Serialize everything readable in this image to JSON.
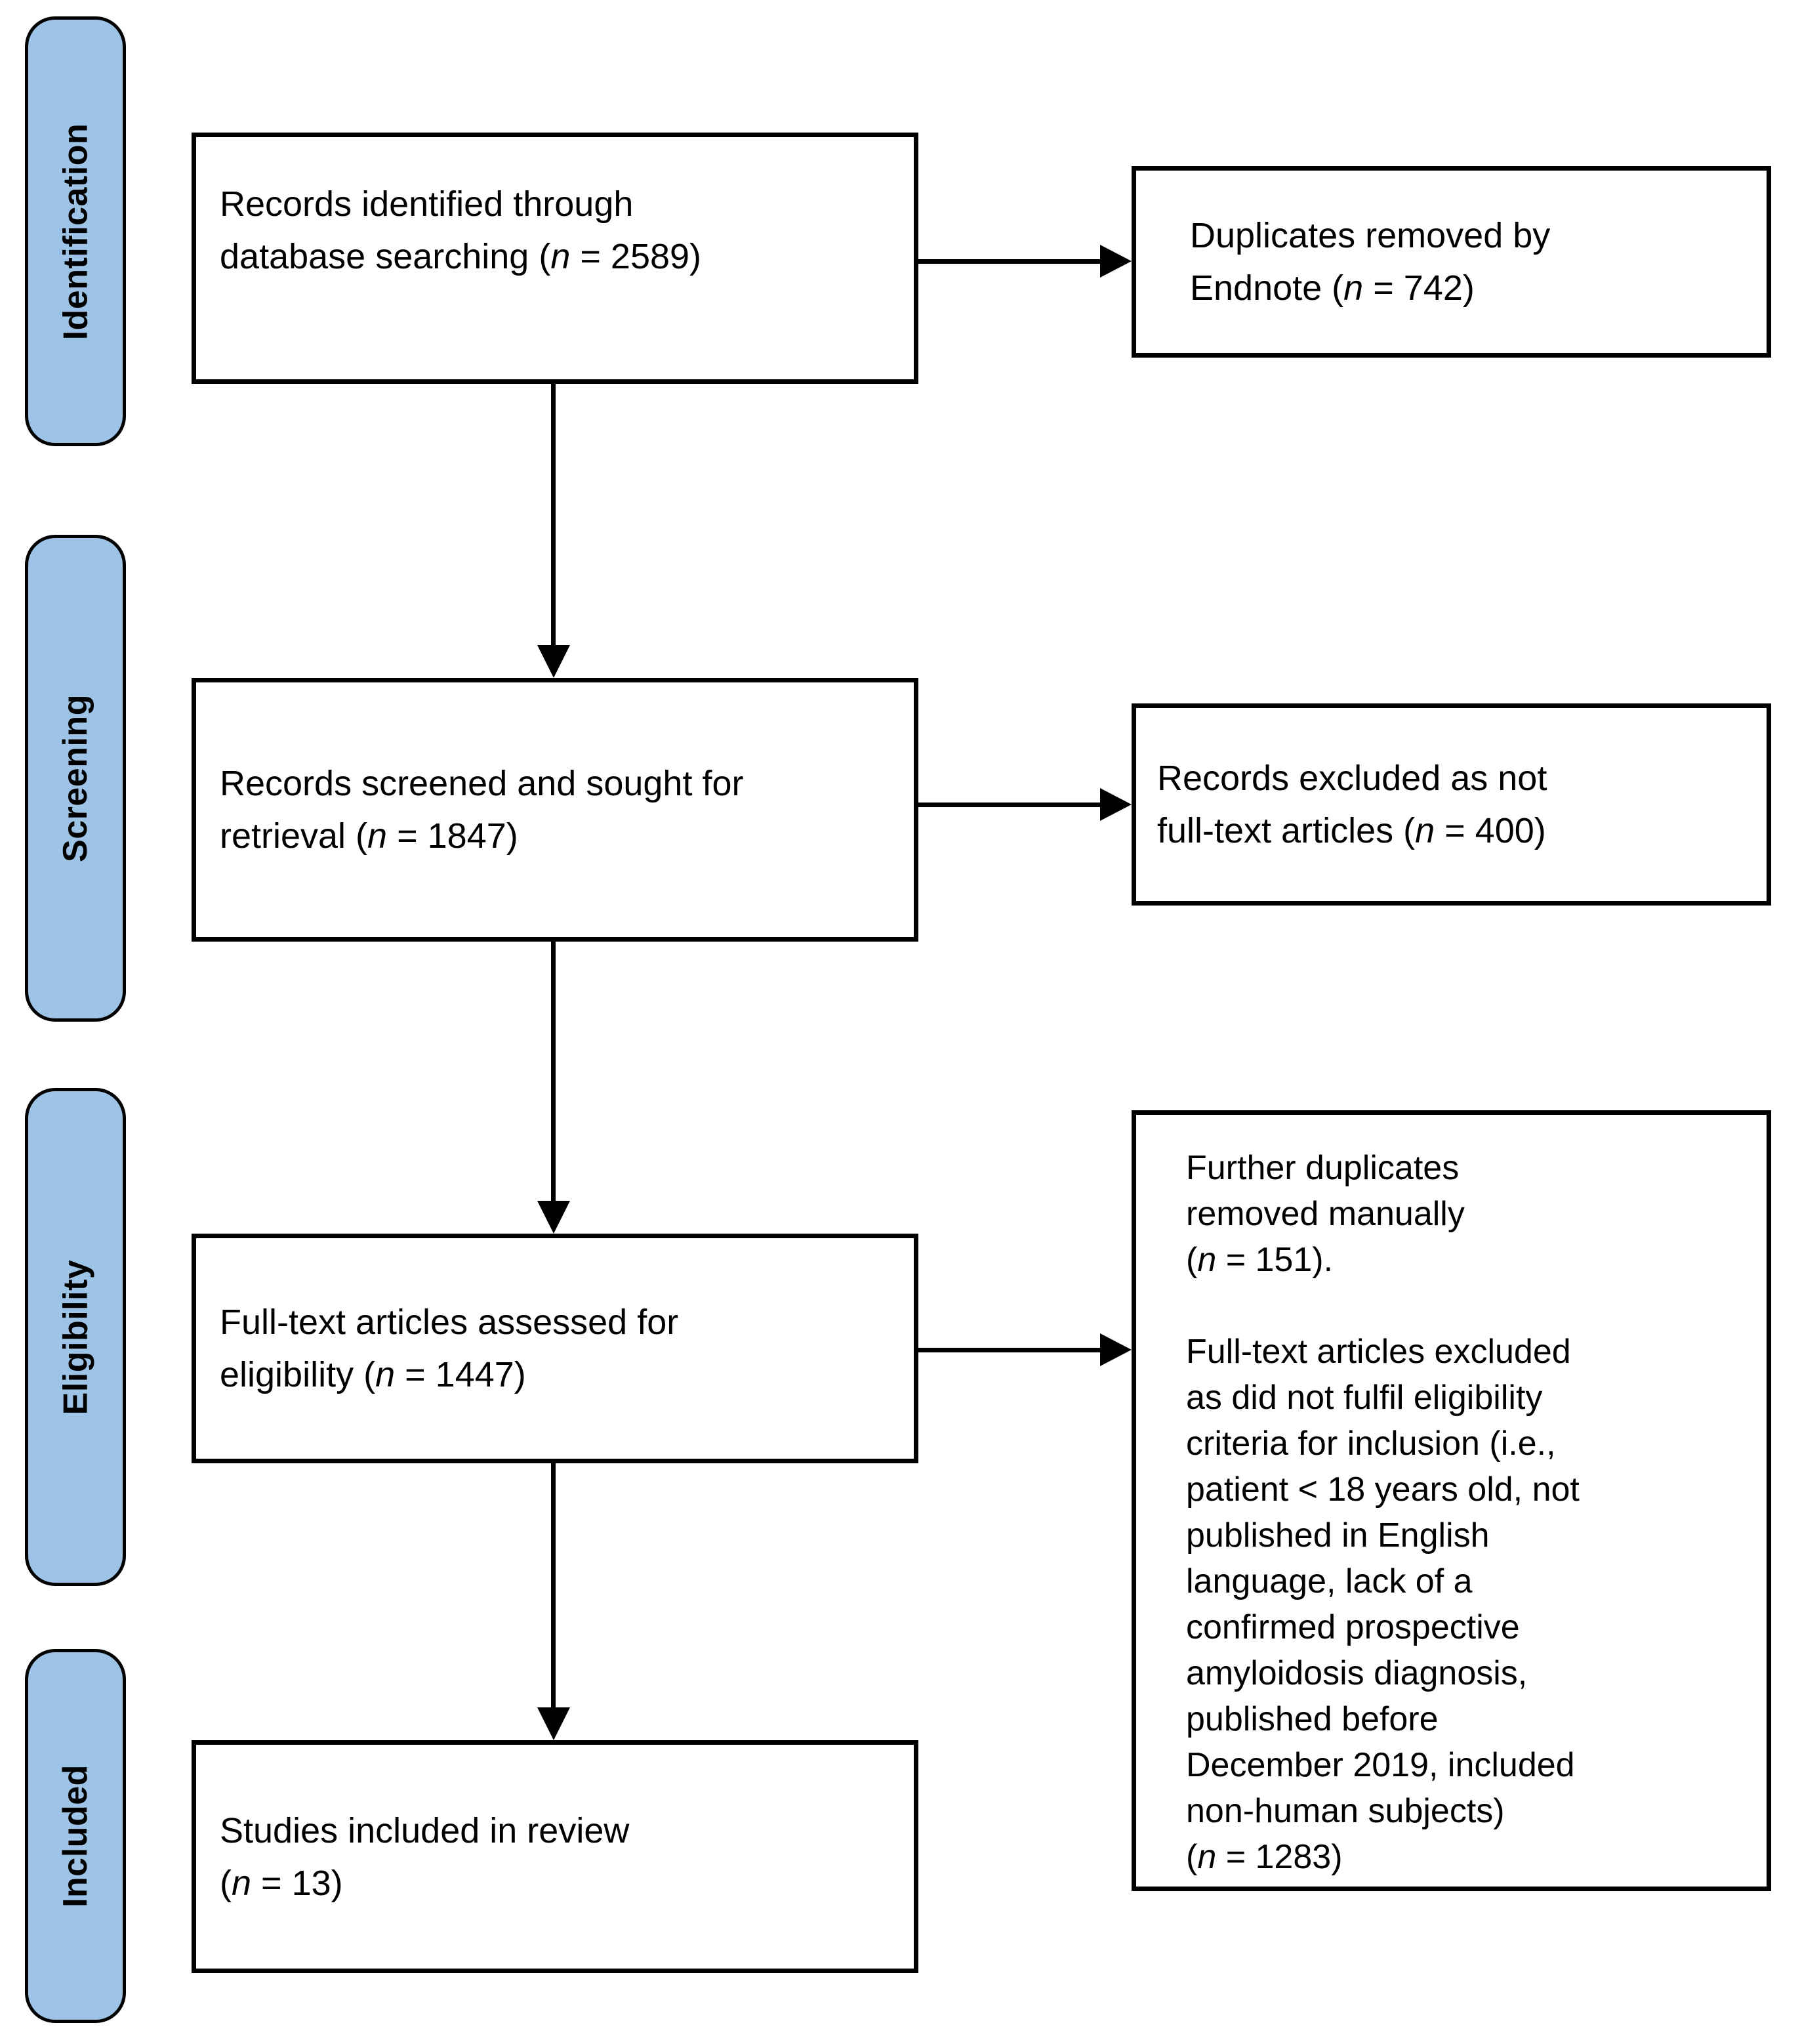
{
  "diagram": {
    "stages": [
      {
        "label": "Identification"
      },
      {
        "label": "Screening"
      },
      {
        "label": "Eligibility"
      },
      {
        "label": "Included"
      }
    ],
    "main_flow": [
      {
        "name": "records-identified",
        "lines": [
          "Records identified through",
          "database searching (n = 2589)"
        ]
      },
      {
        "name": "records-screened",
        "lines": [
          "Records screened and sought for",
          "retrieval (n = 1847)"
        ]
      },
      {
        "name": "fulltext-assessed",
        "lines": [
          "Full-text articles assessed for",
          "eligibility (n = 1447)"
        ]
      },
      {
        "name": "studies-included",
        "lines": [
          "Studies included in review",
          "(n = 13)"
        ]
      }
    ],
    "exclusions": [
      {
        "name": "duplicates-removed",
        "lines": [
          "Duplicates removed by",
          "Endnote (n = 742)"
        ]
      },
      {
        "name": "records-excluded",
        "lines": [
          "Records excluded as not",
          "full-text articles (n = 400)"
        ]
      },
      {
        "name": "fulltext-excluded",
        "lines": [
          "Further duplicates",
          "removed manually",
          "(n = 151).",
          "",
          "Full-text articles excluded",
          "as did not fulfil eligibility",
          "criteria for inclusion (i.e.,",
          "patient < 18 years old, not",
          "published in English",
          "language, lack of a",
          "confirmed prospective",
          "amyloidosis diagnosis,",
          "published before",
          "December 2019, included",
          "non-human subjects)",
          "(n = 1283)"
        ]
      }
    ],
    "colors": {
      "stage_fill": "#9DC3E6",
      "stage_border": "#000000",
      "box_fill": "#FFFFFF",
      "box_border": "#000000",
      "text": "#000000",
      "arrow": "#000000",
      "background": "#FFFFFF"
    }
  }
}
